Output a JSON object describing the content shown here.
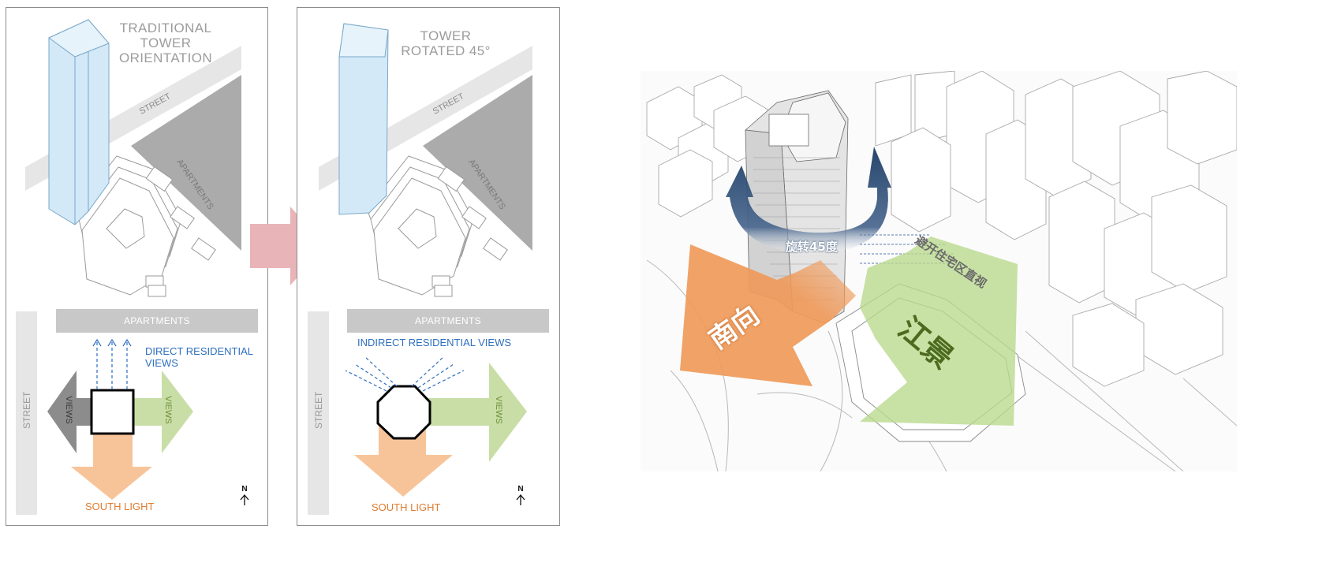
{
  "panel1": {
    "title_lines": [
      "TRADITIONAL",
      "TOWER",
      "ORIENTATION"
    ],
    "street_diag": "STREET",
    "apartments_diag": "APARTMENTS",
    "apartments_bar": "APARTMENTS",
    "street_side": "STREET",
    "views_left": "VIEWS",
    "views_right": "VIEWS",
    "residential_lines": [
      "DIRECT RESIDENTIAL",
      "VIEWS"
    ],
    "south_light": "SOUTH LIGHT",
    "north": "N"
  },
  "panel2": {
    "title_lines": [
      "TOWER",
      "ROTATED 45°"
    ],
    "street_diag": "STREET",
    "apartments_diag": "APARTMENTS",
    "apartments_bar": "APARTMENTS",
    "street_side": "STREET",
    "views_right": "VIEWS",
    "residential": "INDIRECT RESIDENTIAL VIEWS",
    "south_light": "SOUTH LIGHT",
    "north": "N"
  },
  "render": {
    "rotate_label": "旋转45度",
    "south_label": "南向",
    "river_label": "江景",
    "avoid_label": "避开住宅区直视"
  },
  "colors": {
    "tower_blue": "#d3e9f7",
    "arrow_green": "#c9dea6",
    "arrow_orange": "#f7c49a",
    "arrow_gray": "#8c8c8c",
    "arrow_pink": "#e8b4b8",
    "text_blue": "#2e6fbf",
    "text_orange": "#e07b2e",
    "render_orange": "#ef9a5a",
    "render_green": "#b8d98c",
    "render_navy": "#1d3d66"
  }
}
